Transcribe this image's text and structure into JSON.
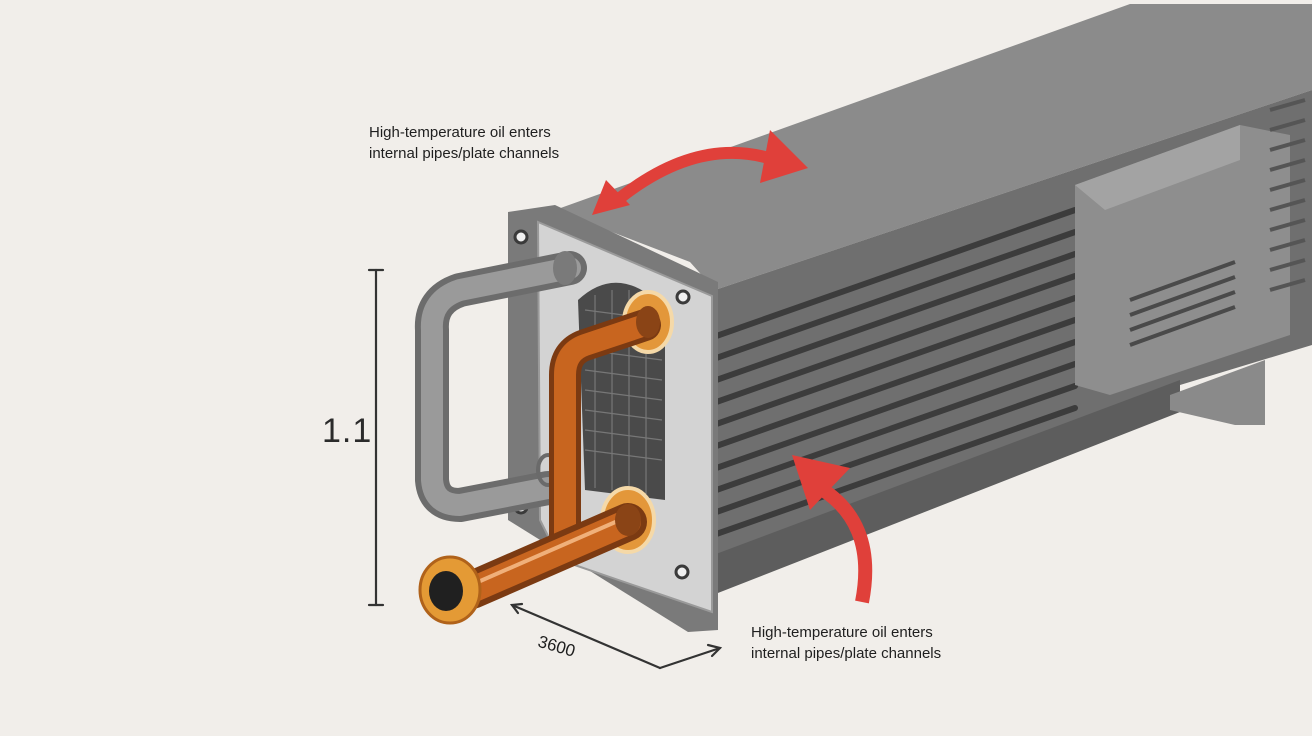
{
  "annotations": {
    "top_note": [
      "High-temperature oil enters",
      "internal pipes/plate channels"
    ],
    "bottom_note": [
      "High-temperature oil enters",
      "internal pipes/plate channels"
    ]
  },
  "dimensions": {
    "height": "1.1",
    "length": "3600"
  },
  "colors": {
    "background": "#f1eeea",
    "housing": "#7d7d7d",
    "flange": "#cfcfcf",
    "oil_pipe": "#c8651f",
    "cold_pipe": "#8a8a8a",
    "flow_arrow": "#e0403a",
    "dimension_line": "#333333"
  }
}
